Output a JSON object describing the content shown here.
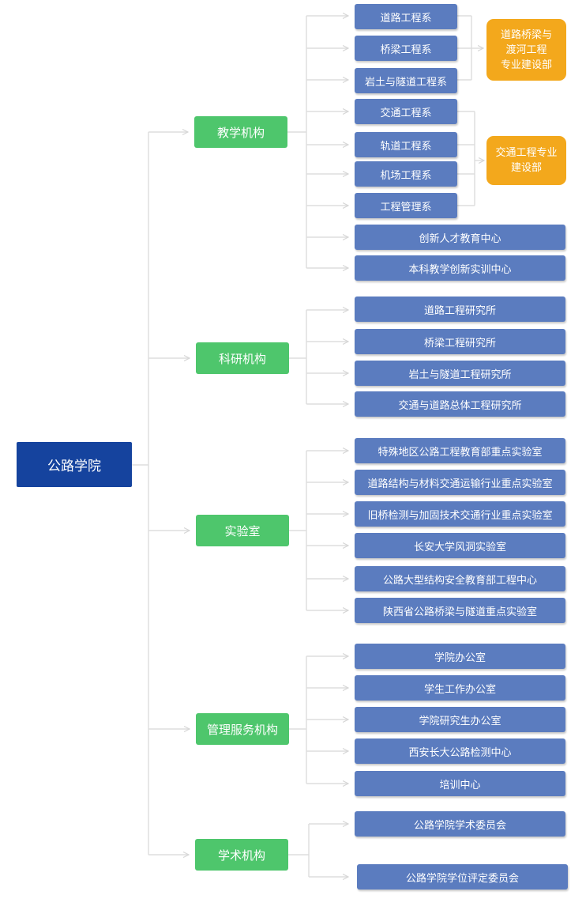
{
  "root": {
    "label": "公路学院"
  },
  "categories": [
    {
      "label": "教学机构",
      "items": [
        "道路工程系",
        "桥梁工程系",
        "岩土与隧道工程系",
        "交通工程系",
        "轨道工程系",
        "机场工程系",
        "工程管理系",
        "创新人才教育中心",
        "本科教学创新实训中心"
      ]
    },
    {
      "label": "科研机构",
      "items": [
        "道路工程研究所",
        "桥梁工程研究所",
        "岩土与隧道工程研究所",
        "交通与道路总体工程研究所"
      ]
    },
    {
      "label": "实验室",
      "items": [
        "特殊地区公路工程教育部重点实验室",
        "道路结构与材料交通运输行业重点实验室",
        "旧桥检测与加固技术交通行业重点实验室",
        "长安大学风洞实验室",
        "公路大型结构安全教育部工程中心",
        "陕西省公路桥梁与隧道重点实验室"
      ]
    },
    {
      "label": "管理服务机构",
      "items": [
        "学院办公室",
        "学生工作办公室",
        "学院研究生办公室",
        "西安长大公路检测中心",
        "培训中心"
      ]
    },
    {
      "label": "学术机构",
      "items": [
        "公路学院学术委员会",
        "公路学院学位评定委员会"
      ]
    }
  ],
  "groups": [
    {
      "label": "道路桥梁与渡河工程专业建设部",
      "lines": [
        "道路桥梁与",
        "渡河工程",
        "专业建设部"
      ]
    },
    {
      "label": "交通工程专业建设部",
      "lines": [
        "交通工程专业",
        "建设部"
      ]
    }
  ],
  "colors": {
    "root": "#15439e",
    "category": "#4ec66c",
    "leaf": "#5b7cbf",
    "group": "#f3a81c",
    "connector": "#dddddd"
  }
}
